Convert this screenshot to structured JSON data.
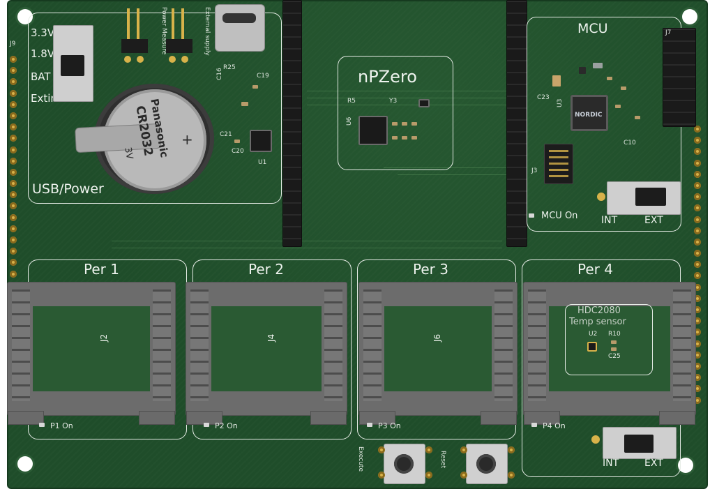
{
  "sections": {
    "usb_power": "USB/Power",
    "mcu": "MCU",
    "npzero": "nPZero",
    "per1": "Per 1",
    "per2": "Per 2",
    "per3": "Per 3",
    "per4": "Per 4",
    "temp_sensor_model": "HDC2080",
    "temp_sensor": "Temp sensor"
  },
  "power_switch": {
    "options": [
      "3.3V",
      "1.8V",
      "BAT",
      "Extin"
    ]
  },
  "coin_cell": {
    "brand": "Panasonic",
    "model": "CR2032",
    "voltage": "3V"
  },
  "header_labels": {
    "power_measure": "Power Measure",
    "external_supply": "External supply"
  },
  "leds": {
    "p1_on": "P1 On",
    "p2_on": "P2 On",
    "p3_on": "P3 On",
    "p4_on": "P4 On",
    "mcu_on": "MCU On"
  },
  "int_ext": {
    "mcu_int": "INT",
    "mcu_ext": "EXT",
    "per4_int": "INT",
    "per4_ext": "EXT"
  },
  "buttons": {
    "execute": "Execute",
    "reset": "Reset"
  },
  "connectors": {
    "j2": "J2",
    "j4": "J4",
    "j6": "J6",
    "j9": "J9",
    "j7": "J7",
    "j3": "J3"
  },
  "refdes": {
    "u1": "U1",
    "u2": "U2",
    "u3": "U3",
    "u6": "U6",
    "r25": "R25",
    "r10": "R10",
    "c16": "C16",
    "c19": "C19",
    "c20": "C20",
    "c21": "C21",
    "c23": "C23",
    "c10": "C10",
    "c25": "C25",
    "y3": "Y3",
    "r5": "R5",
    "nordic": "NORDIC"
  },
  "colors": {
    "pcb": "#1f4d2a",
    "silkscreen": "#eef3ee",
    "header": "#1b1b1b",
    "socket": "#6c6c6c",
    "gold": "#d8b24a"
  }
}
